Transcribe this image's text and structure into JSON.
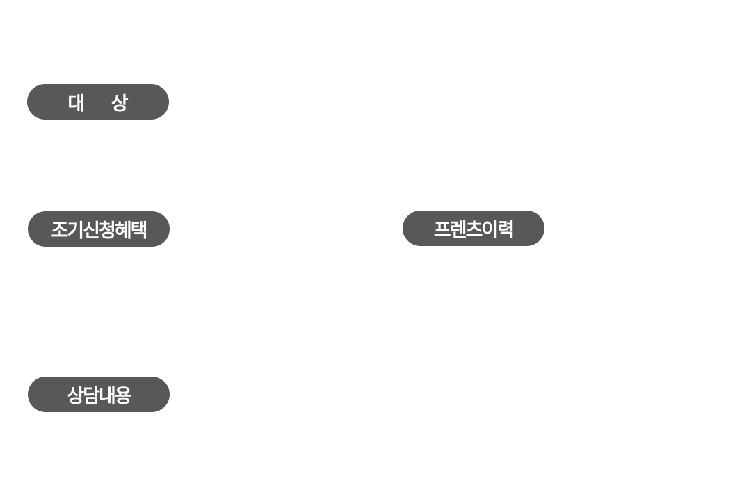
{
  "labels": {
    "target": "대    상",
    "early_benefit": "조기신청혜택",
    "franchise_history": "프렌츠이력",
    "consult_content": "상담내용"
  },
  "colors": {
    "pill_background": "#585858",
    "pill_text": "#ffffff",
    "page_background": "#ffffff"
  }
}
